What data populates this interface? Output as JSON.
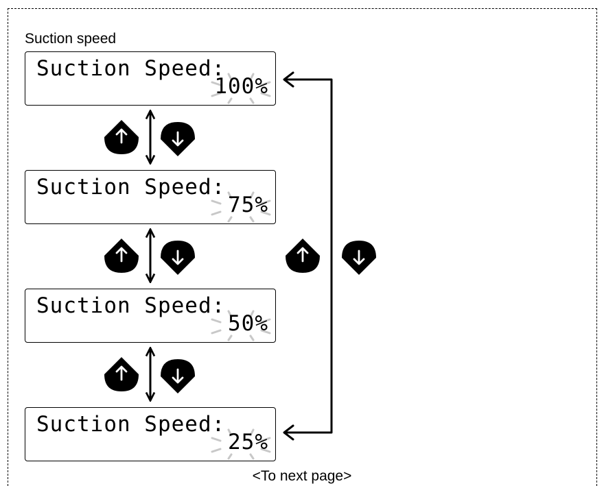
{
  "title": "Suction speed",
  "screens": [
    {
      "line1": "Suction Speed:",
      "value": "100%"
    },
    {
      "line1": "Suction Speed:",
      "value": "75%"
    },
    {
      "line1": "Suction Speed:",
      "value": "50%"
    },
    {
      "line1": "Suction Speed:",
      "value": "25%"
    }
  ],
  "buttons": {
    "up_icon": "up-arrow-icon",
    "down_icon": "down-arrow-icon"
  },
  "footer": "<To next page>"
}
